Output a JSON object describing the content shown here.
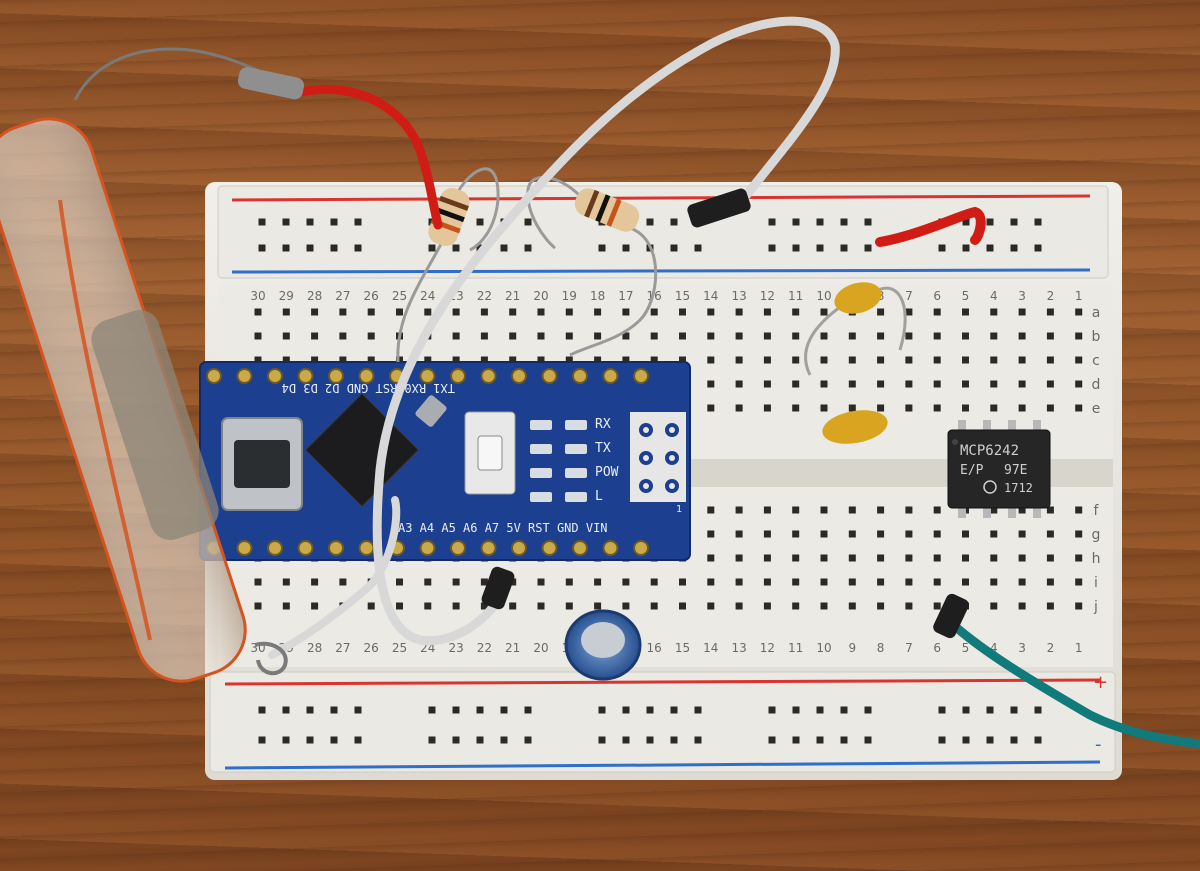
{
  "breadboard": {
    "column_numbers": [
      "30",
      "29",
      "28",
      "27",
      "26",
      "25",
      "24",
      "23",
      "22",
      "21",
      "20",
      "19",
      "18",
      "17",
      "16",
      "15",
      "14",
      "13",
      "12",
      "11",
      "10",
      "9",
      "8",
      "7",
      "6",
      "5",
      "4",
      "3",
      "2",
      "1"
    ],
    "row_letters_top": [
      "a",
      "b",
      "c",
      "d",
      "e"
    ],
    "row_letters_bottom": [
      "f",
      "g",
      "h",
      "i",
      "j"
    ],
    "rail_plus": "+",
    "rail_minus": "-"
  },
  "arduino": {
    "top_header_label": "TX1 RX0 RST GND D2 D3 D4",
    "bottom_header_label": "A3 A4 A5 A6 A7 5V RST GND VIN",
    "led_rx": "RX",
    "led_tx": "TX",
    "led_pow": "POW",
    "led_l": "L",
    "icsp_marker": "1"
  },
  "chip": {
    "line1": "MCP6242",
    "line2": "E/P",
    "line2b": "97E",
    "line3": "1712"
  },
  "colors": {
    "breadboard": "#e9e7e1",
    "rail_red": "#d9342f",
    "rail_blue": "#2f6fc7",
    "arduino_pcb": "#1d3f8f",
    "wire_gray": "#d8d8d8",
    "wire_red": "#d01c14",
    "wire_teal": "#117a7a",
    "tube_orange": "#d6531f"
  }
}
